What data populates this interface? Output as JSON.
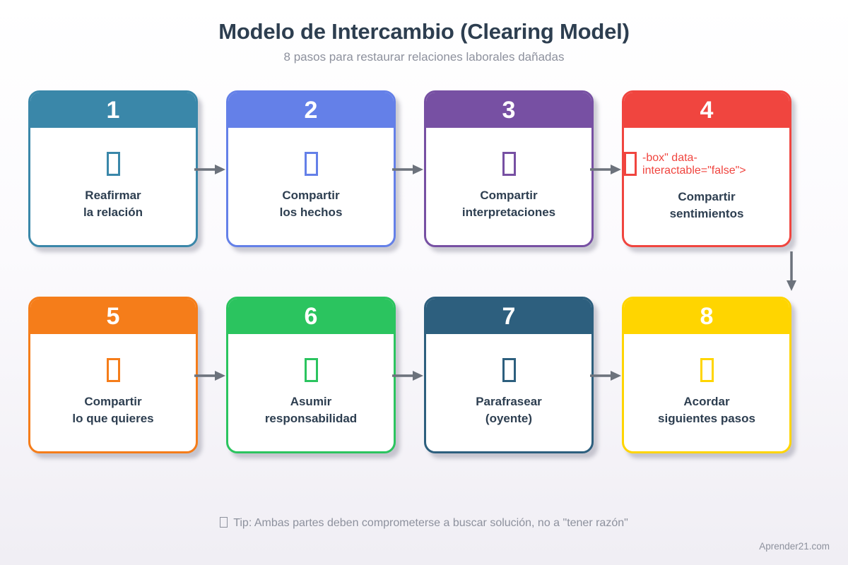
{
  "page": {
    "title": "Modelo de Intercambio (Clearing Model)",
    "subtitle": "8 pasos para restaurar relaciones laborales dañadas",
    "tip": "Tip: Ambas partes deben comprometerse a buscar solución, no a \"tener razón\"",
    "credit": "Aprender21.com"
  },
  "colors": {
    "text_dark": "#2d3e50",
    "text_muted": "#8d919d",
    "arrow": "#6c727c",
    "background_top": "#ffffff",
    "background_bottom": "#f0eef4"
  },
  "steps": [
    {
      "number": "1",
      "label": "Reafirmar\nla relación",
      "color": "#3a87a9",
      "icon": "missing-glyph",
      "icon_count": 1
    },
    {
      "number": "2",
      "label": "Compartir\nlos hechos",
      "color": "#6480e8",
      "icon": "missing-glyph",
      "icon_count": 1
    },
    {
      "number": "3",
      "label": "Compartir\ninterpretaciones",
      "color": "#7750a3",
      "icon": "missing-glyph",
      "icon_count": 1
    },
    {
      "number": "4",
      "label": "Compartir\nsentimientos",
      "color": "#f0453f",
      "icon": "missing-glyph",
      "icon_count": 2
    },
    {
      "number": "5",
      "label": "Compartir\nlo que quieres",
      "color": "#f57d1a",
      "icon": "missing-glyph",
      "icon_count": 1
    },
    {
      "number": "6",
      "label": "Asumir\nresponsabilidad",
      "color": "#2bc45f",
      "icon": "missing-glyph",
      "icon_count": 1
    },
    {
      "number": "7",
      "label": "Parafrasear\n(oyente)",
      "color": "#2d5f7e",
      "icon": "missing-glyph",
      "icon_count": 1
    },
    {
      "number": "8",
      "label": "Acordar\nsiguientes pasos",
      "color": "#ffd500",
      "icon": "missing-glyph",
      "icon_count": 1
    }
  ],
  "flow": {
    "horizontal_arrows": [
      [
        "1",
        "2"
      ],
      [
        "2",
        "3"
      ],
      [
        "3",
        "4"
      ],
      [
        "5",
        "6"
      ],
      [
        "6",
        "7"
      ],
      [
        "7",
        "8"
      ]
    ],
    "vertical_arrow": [
      "4",
      "8"
    ]
  }
}
